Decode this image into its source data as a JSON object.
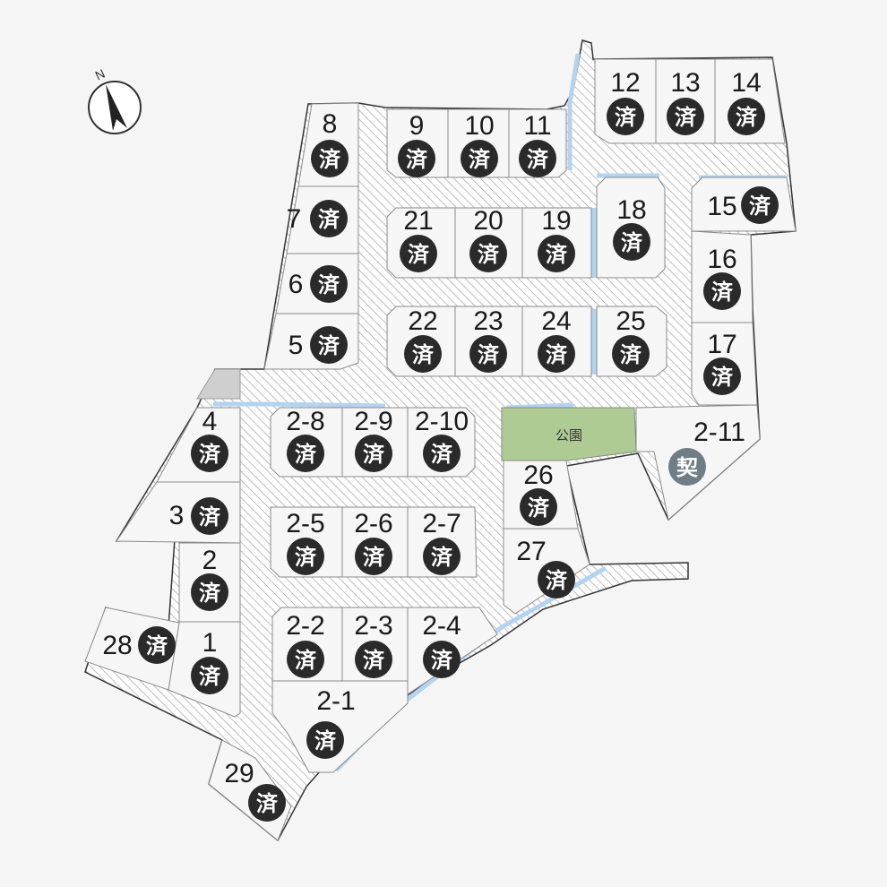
{
  "park_label": "公園",
  "sold_mark": "済",
  "contract_mark": "契",
  "north_label": "N",
  "colors": {
    "sold_badge": "#2a2a2a",
    "contract_badge": "#6e7d86",
    "park": "#aecb93",
    "canal": "#b3d3f0",
    "reserved": "#cfcfcf"
  },
  "lots": [
    {
      "number": "1",
      "status": "sold"
    },
    {
      "number": "2",
      "status": "sold"
    },
    {
      "number": "3",
      "status": "sold"
    },
    {
      "number": "4",
      "status": "sold"
    },
    {
      "number": "5",
      "status": "sold"
    },
    {
      "number": "6",
      "status": "sold"
    },
    {
      "number": "7",
      "status": "sold"
    },
    {
      "number": "8",
      "status": "sold"
    },
    {
      "number": "9",
      "status": "sold"
    },
    {
      "number": "10",
      "status": "sold"
    },
    {
      "number": "11",
      "status": "sold"
    },
    {
      "number": "12",
      "status": "sold"
    },
    {
      "number": "13",
      "status": "sold"
    },
    {
      "number": "14",
      "status": "sold"
    },
    {
      "number": "15",
      "status": "sold"
    },
    {
      "number": "16",
      "status": "sold"
    },
    {
      "number": "17",
      "status": "sold"
    },
    {
      "number": "18",
      "status": "sold"
    },
    {
      "number": "19",
      "status": "sold"
    },
    {
      "number": "20",
      "status": "sold"
    },
    {
      "number": "21",
      "status": "sold"
    },
    {
      "number": "22",
      "status": "sold"
    },
    {
      "number": "23",
      "status": "sold"
    },
    {
      "number": "24",
      "status": "sold"
    },
    {
      "number": "25",
      "status": "sold"
    },
    {
      "number": "26",
      "status": "sold"
    },
    {
      "number": "27",
      "status": "sold"
    },
    {
      "number": "28",
      "status": "sold"
    },
    {
      "number": "29",
      "status": "sold"
    },
    {
      "number": "2-1",
      "status": "sold"
    },
    {
      "number": "2-2",
      "status": "sold"
    },
    {
      "number": "2-3",
      "status": "sold"
    },
    {
      "number": "2-4",
      "status": "sold"
    },
    {
      "number": "2-5",
      "status": "sold"
    },
    {
      "number": "2-6",
      "status": "sold"
    },
    {
      "number": "2-7",
      "status": "sold"
    },
    {
      "number": "2-8",
      "status": "sold"
    },
    {
      "number": "2-9",
      "status": "sold"
    },
    {
      "number": "2-10",
      "status": "sold"
    },
    {
      "number": "2-11",
      "status": "contract"
    }
  ]
}
